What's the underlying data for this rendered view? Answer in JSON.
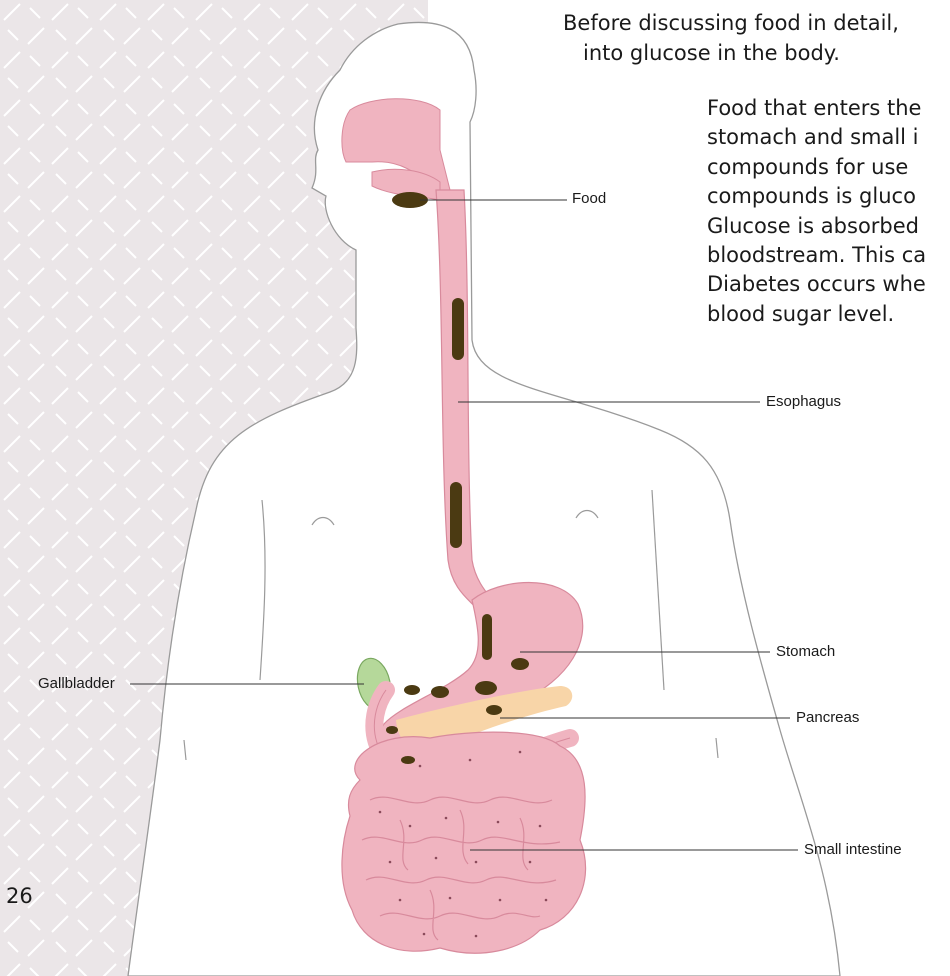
{
  "intro_text": {
    "line1": "Before discussing food in detail,",
    "line2": "into glucose in the body."
  },
  "paragraph": {
    "lines": [
      "Food that enters the",
      "stomach and small i",
      "compounds for use",
      "compounds is gluco",
      "Glucose is absorbed",
      "bloodstream. This ca",
      "Diabetes occurs whe",
      "blood sugar level."
    ]
  },
  "diagram_labels": {
    "food": "Food",
    "esophagus": "Esophagus",
    "stomach": "Stomach",
    "pancreas": "Pancreas",
    "small_intestine": "Small intestine",
    "gallbladder": "Gallbladder"
  },
  "page_number": "26",
  "colors": {
    "margin_band": "#ebe6e8",
    "tract_pink": "#f0b4c0",
    "tract_stroke": "#d88a9c",
    "food_brown": "#4b3a12",
    "gallbladder_green": "#b5d89a",
    "pancreas_peach": "#f8d5a8",
    "body_outline": "#9a9a9a"
  }
}
